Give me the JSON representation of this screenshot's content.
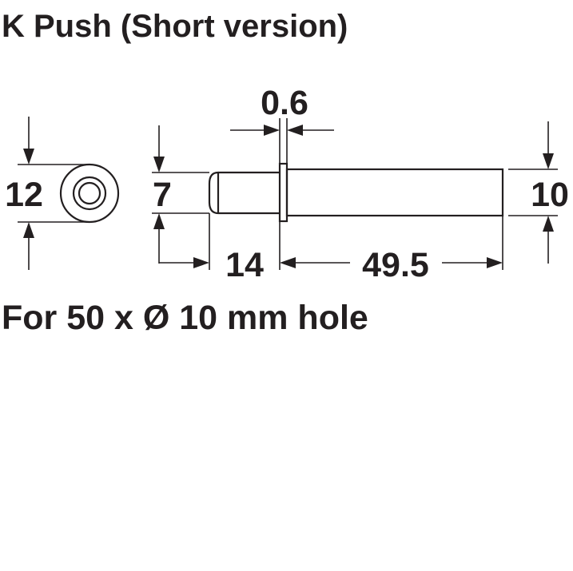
{
  "title": "K Push (Short version)",
  "note": "For 50 x Ø 10 mm hole",
  "dimensions": {
    "end_diameter": "12",
    "tip_diameter": "7",
    "body_diameter": "10",
    "flange_thickness": "0.6",
    "tip_length": "14",
    "body_length": "49.5"
  },
  "colors": {
    "line": "#231f20",
    "background": "#ffffff"
  }
}
